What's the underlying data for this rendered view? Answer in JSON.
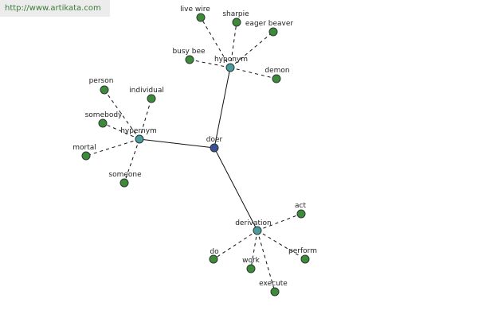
{
  "header": {
    "url": "http://www.artikata.com"
  },
  "colors": {
    "center_node": "#3b4f9a",
    "category_node": "#4a9aa0",
    "leaf_node": "#3d8a3d"
  },
  "graph": {
    "center": {
      "id": "doer",
      "label": "doer"
    },
    "categories": [
      {
        "id": "hyponym",
        "label": "hyponym",
        "leaves": [
          "live wire",
          "sharpie",
          "eager beaver",
          "busy bee",
          "demon"
        ]
      },
      {
        "id": "hypernym",
        "label": "hypernym",
        "leaves": [
          "person",
          "individual",
          "somebody",
          "mortal",
          "someone"
        ]
      },
      {
        "id": "derivation",
        "label": "derivation",
        "leaves": [
          "act",
          "do",
          "work",
          "perform",
          "execute"
        ]
      }
    ]
  }
}
